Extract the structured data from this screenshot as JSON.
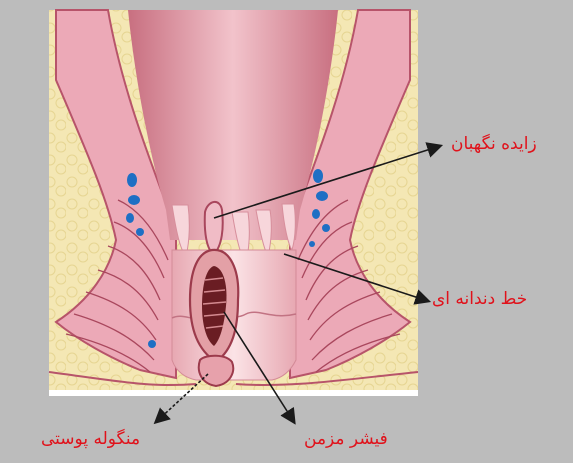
{
  "labels": {
    "sentinel_papilla": "زایده نگهبان",
    "dentate_line": "خط دندانه ای",
    "skin_tag": "منگوله پوستی",
    "anal_fissure": "فیشر مزمن"
  },
  "colors": {
    "background": "#bcbcbc",
    "fat": "#f4e7b4",
    "tissue": "#f0b9c3",
    "canal": "#d98b97",
    "vessels": "#1e6fc4",
    "label_text": "#e0121b",
    "arrows": "#1a1a1a"
  }
}
